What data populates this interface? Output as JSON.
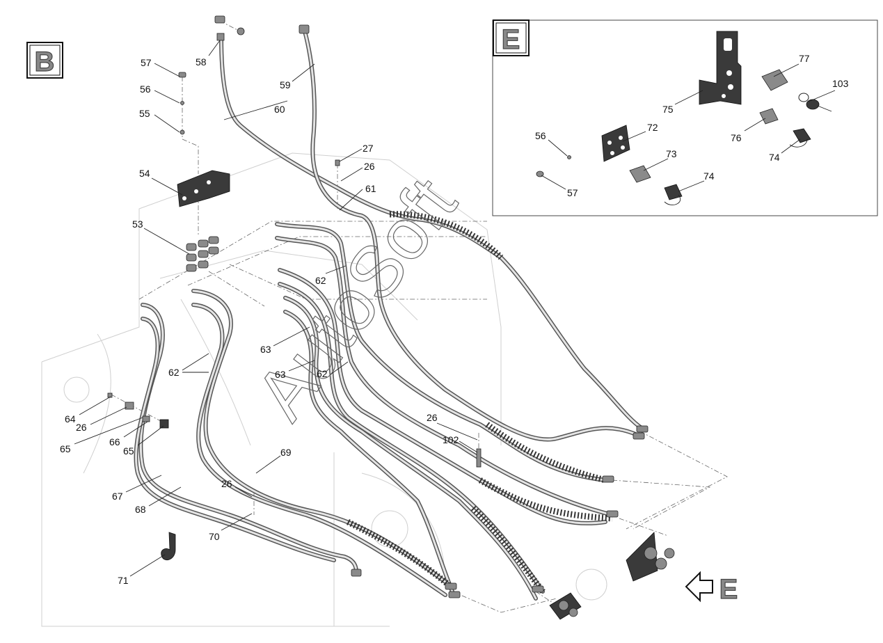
{
  "section_main": "B",
  "section_detail": "E",
  "reference_marker": "E",
  "watermark": "AutoSoft",
  "callouts_main": [
    "57",
    "56",
    "55",
    "58",
    "60",
    "59",
    "27",
    "26",
    "61",
    "54",
    "53",
    "62",
    "63",
    "63",
    "62",
    "62",
    "64",
    "26",
    "65",
    "66",
    "65",
    "67",
    "68",
    "26",
    "69",
    "70",
    "26",
    "102",
    "71"
  ],
  "callouts_detail": [
    "77",
    "103",
    "75",
    "72",
    "56",
    "76",
    "73",
    "74",
    "74",
    "57"
  ],
  "colors": {
    "line": "#222222",
    "hose": "#555555",
    "section_fill": "#888888",
    "background": "#ffffff"
  },
  "icons": [
    "arrow-left-icon"
  ]
}
